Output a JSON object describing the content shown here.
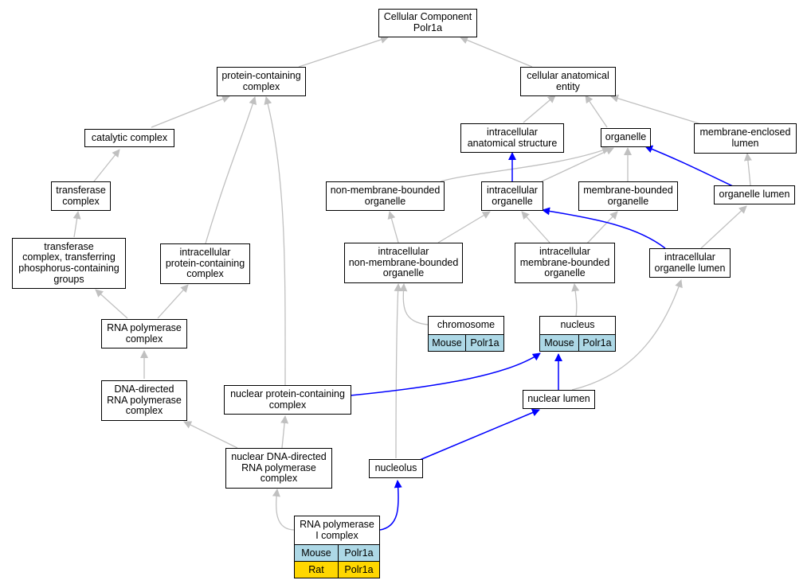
{
  "colors": {
    "edge_default": "#c0c0c0",
    "edge_highlight": "#0000ff",
    "mouse_cell": "#add8e6",
    "rat_cell": "#ffd700",
    "node_border": "#000000"
  },
  "nodes": {
    "root": "Cellular Component\nPolr1a",
    "protein_containing_complex": "protein-containing\ncomplex",
    "cellular_anatomical_entity": "cellular anatomical\nentity",
    "catalytic_complex": "catalytic complex",
    "intracellular_anatomical_structure": "intracellular\nanatomical structure",
    "organelle": "organelle",
    "membrane_enclosed_lumen": "membrane-enclosed\nlumen",
    "transferase_complex": "transferase\ncomplex",
    "non_membrane_bounded_organelle": "non-membrane-bounded\norganelle",
    "intracellular_organelle": "intracellular\norganelle",
    "membrane_bounded_organelle": "membrane-bounded\norganelle",
    "organelle_lumen": "organelle lumen",
    "transferase_complex_phospho": "transferase\ncomplex, transferring\nphosphorus-containing\ngroups",
    "intracellular_protein_containing_complex": "intracellular\nprotein-containing\ncomplex",
    "intracellular_non_membrane_bounded_organelle": "intracellular\nnon-membrane-bounded\norganelle",
    "intracellular_membrane_bounded_organelle": "intracellular\nmembrane-bounded\norganelle",
    "intracellular_organelle_lumen": "intracellular\norganelle lumen",
    "rna_polymerase_complex": "RNA polymerase\ncomplex",
    "chromosome": "chromosome",
    "nucleus": "nucleus",
    "dna_directed_rna_polymerase_complex": "DNA-directed\nRNA polymerase\ncomplex",
    "nuclear_protein_containing_complex": "nuclear protein-containing\ncomplex",
    "nuclear_lumen": "nuclear lumen",
    "nuclear_dna_directed_rna_polymerase_complex": "nuclear DNA-directed\nRNA polymerase\ncomplex",
    "nucleolus": "nucleolus",
    "rna_polymerase_i_complex": "RNA polymerase\nI complex"
  },
  "annotations": {
    "chromosome": [
      {
        "species": "Mouse",
        "gene": "Polr1a"
      }
    ],
    "nucleus": [
      {
        "species": "Mouse",
        "gene": "Polr1a"
      }
    ],
    "rna_polymerase_i_complex": [
      {
        "species": "Mouse",
        "gene": "Polr1a"
      },
      {
        "species": "Rat",
        "gene": "Polr1a"
      }
    ]
  }
}
